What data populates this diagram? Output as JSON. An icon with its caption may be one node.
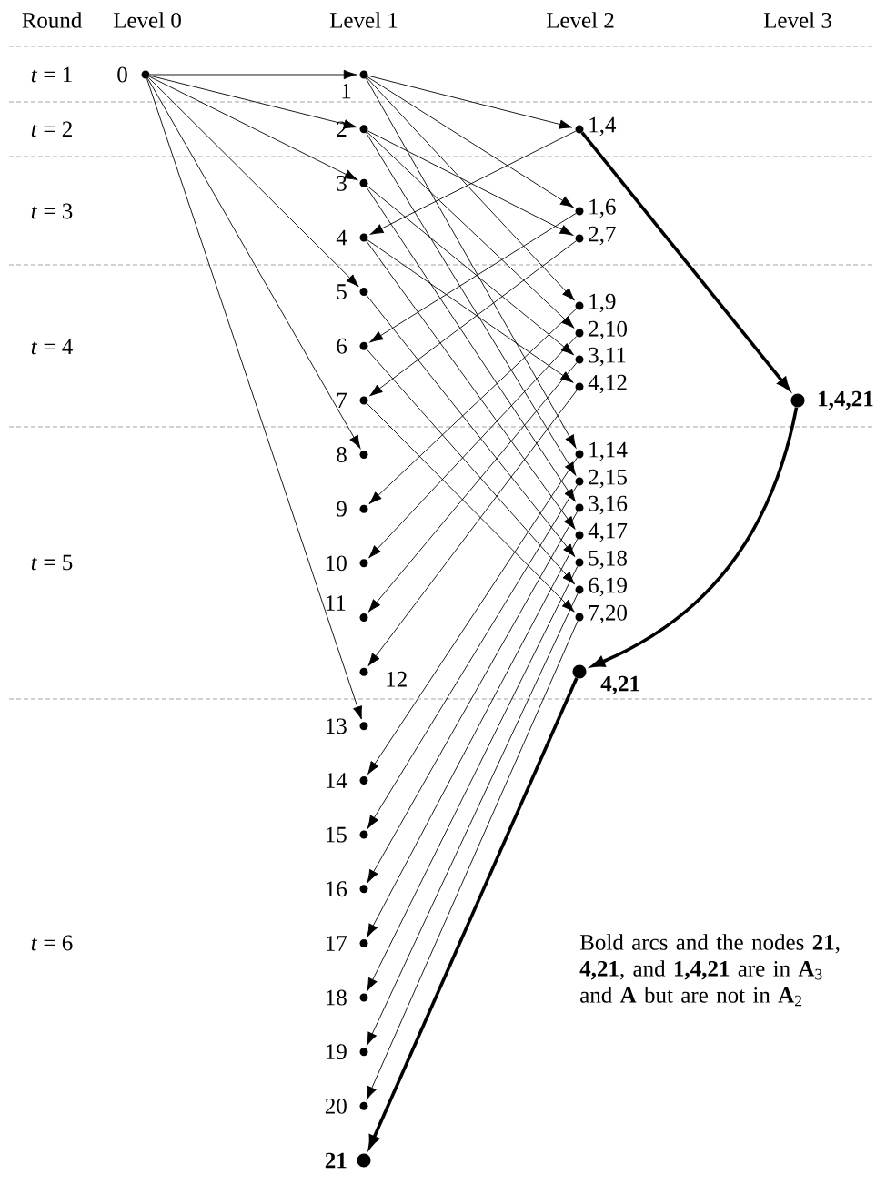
{
  "diagram": {
    "nodes": [
      {
        "text": [
          "0"
        ]
      },
      {
        "text": [
          "1"
        ]
      },
      {
        "text": [
          "2"
        ]
      },
      {
        "text": [
          "3"
        ]
      },
      {
        "text": [
          "4"
        ]
      },
      {
        "text": [
          "5"
        ]
      },
      {
        "text": [
          "6"
        ]
      },
      {
        "text": [
          "7"
        ]
      },
      {
        "text": [
          "8"
        ]
      },
      {
        "text": [
          "9"
        ]
      },
      {
        "text": [
          "10"
        ]
      },
      {
        "text": [
          "11"
        ]
      },
      {
        "text": [
          "12"
        ]
      },
      {
        "text": [
          "13"
        ]
      },
      {
        "text": [
          "14"
        ]
      },
      {
        "text": [
          "15"
        ]
      },
      {
        "text": [
          "16"
        ]
      },
      {
        "text": [
          "17"
        ]
      },
      {
        "text": [
          "18"
        ]
      },
      {
        "text": [
          "19"
        ]
      },
      {
        "text": [
          "20"
        ]
      },
      {
        "text": [
          "21"
        ]
      },
      {
        "text": [
          "1,4"
        ]
      },
      {
        "text": [
          "1,6"
        ]
      },
      {
        "text": [
          "2,7"
        ]
      },
      {
        "text": [
          "1,9"
        ]
      },
      {
        "text": [
          "2,10"
        ]
      },
      {
        "text": [
          "3,11"
        ]
      },
      {
        "text": [
          "4,12"
        ]
      },
      {
        "text": [
          "1,14"
        ]
      },
      {
        "text": [
          "2,15"
        ]
      },
      {
        "text": [
          "3,16"
        ]
      },
      {
        "text": [
          "4,17"
        ]
      },
      {
        "text": [
          "5,18"
        ]
      },
      {
        "text": [
          "6,19"
        ]
      },
      {
        "text": [
          "7,20"
        ]
      },
      {
        "text": [
          "4,21"
        ]
      },
      {
        "text": [
          "1,4,21"
        ]
      }
    ],
    "edges": [
      {
        "from": 0,
        "to": 1,
        "arrow": "to"
      },
      {
        "from": 0,
        "to": 2,
        "arrow": "to"
      },
      {
        "from": 0,
        "to": 3,
        "arrow": "to"
      },
      {
        "from": 0,
        "to": 5,
        "arrow": "to"
      },
      {
        "from": 0,
        "to": 8,
        "arrow": "to"
      },
      {
        "from": 0,
        "to": 13,
        "arrow": "to"
      },
      {
        "from": 1,
        "to": 22,
        "arrow": "to"
      },
      {
        "from": 1,
        "to": 23,
        "arrow": "to"
      },
      {
        "from": 1,
        "to": 25,
        "arrow": "to"
      },
      {
        "from": 1,
        "to": 29,
        "arrow": "to"
      },
      {
        "from": 2,
        "to": 24,
        "arrow": "to"
      },
      {
        "from": 2,
        "to": 26,
        "arrow": "to"
      },
      {
        "from": 2,
        "to": 30,
        "arrow": "to"
      },
      {
        "from": 3,
        "to": 27,
        "arrow": "to"
      },
      {
        "from": 3,
        "to": 31,
        "arrow": "to"
      },
      {
        "from": 4,
        "to": 28,
        "arrow": "to"
      },
      {
        "from": 4,
        "to": 32,
        "arrow": "to"
      },
      {
        "from": 5,
        "to": 33,
        "arrow": "to"
      },
      {
        "from": 6,
        "to": 34,
        "arrow": "to"
      },
      {
        "from": 7,
        "to": 35,
        "arrow": "to"
      },
      {
        "from": 22,
        "to": 4,
        "arrow": "to"
      },
      {
        "from": 23,
        "to": 6,
        "arrow": "to"
      },
      {
        "from": 24,
        "to": 7,
        "arrow": "to"
      },
      {
        "from": 25,
        "to": 9,
        "arrow": "to"
      },
      {
        "from": 26,
        "to": 10,
        "arrow": "to"
      },
      {
        "from": 27,
        "to": 11,
        "arrow": "to"
      },
      {
        "from": 28,
        "to": 12,
        "arrow": "to"
      },
      {
        "from": 29,
        "to": 14,
        "arrow": "to"
      },
      {
        "from": 30,
        "to": 15,
        "arrow": "to"
      },
      {
        "from": 31,
        "to": 16,
        "arrow": "to"
      },
      {
        "from": 32,
        "to": 17,
        "arrow": "to"
      },
      {
        "from": 33,
        "to": 18,
        "arrow": "to"
      },
      {
        "from": 34,
        "to": 19,
        "arrow": "to"
      },
      {
        "from": 35,
        "to": 20,
        "arrow": "to"
      },
      {
        "from": 22,
        "to": 37,
        "arrow": "to",
        "style": "thick"
      },
      {
        "from": 37,
        "to": 36,
        "arrow": "to",
        "style": "thick"
      },
      {
        "from": 36,
        "to": 21,
        "arrow": "to",
        "style": "thick"
      }
    ],
    "labels": [
      "Round",
      "Level 0",
      "Level 1",
      "Level 2",
      "Level 3",
      "*t* = 1",
      "*t* = 2",
      "*t* = 3",
      "*t* = 4",
      "*t* = 5",
      "*t* = 6",
      "Bold arcs and the nodes **21**, **4,21**, and **1,4,21** are in **A**$_{3}$ and **A** but are not in **A**$_{2}$"
    ]
  }
}
